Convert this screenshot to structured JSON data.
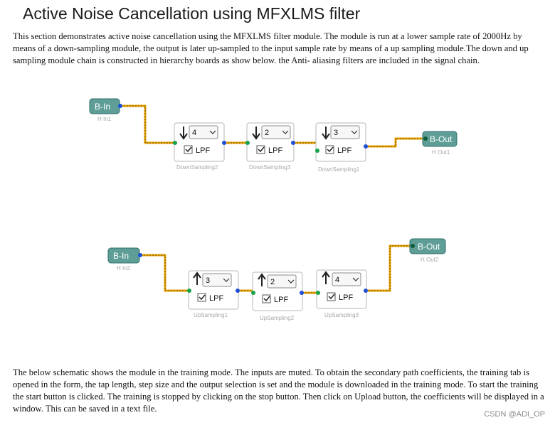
{
  "title": "Active Noise Cancellation using MFXLMS filter",
  "intro": "This section demonstrates active noise cancellation using the MFXLMS filter module. The module is run at a lower sample rate of 2000Hz by means of a down-sampling module, the output is later up-sampled to the input sample rate by means of a up sampling module.The down and up sampling module chain is constructed in hierarchy boards as show below. the Anti- aliasing filters are included in the signal chain.",
  "outro": "The below schematic shows the module in the training mode. The inputs are muted. To obtain the secondary path coefficients, the training tab is opened in the form, the tap length, step size and the output selection is set and the module is downloaded in the training mode. To start the training the start button is clicked. The training is stopped by clicking on the stop button. Then click on Upload button, the coefficients will be displayed in a window. This can be saved in a text file.",
  "watermark": "CSDN @ADI_OP",
  "chain1": {
    "input": {
      "label": "B-In",
      "name": "H In1"
    },
    "output": {
      "label": "B-Out",
      "name": "H Out1"
    },
    "modules": [
      {
        "value": "4",
        "filter": "LPF",
        "name": "DownSampling2"
      },
      {
        "value": "2",
        "filter": "LPF",
        "name": "DownSampling3"
      },
      {
        "value": "3",
        "filter": "LPF",
        "name": "DownSampling1"
      }
    ]
  },
  "chain2": {
    "input": {
      "label": "B-In",
      "name": "H In2"
    },
    "output": {
      "label": "B-Out",
      "name": "H Out2"
    },
    "modules": [
      {
        "value": "3",
        "filter": "LPF",
        "name": "UpSampling1"
      },
      {
        "value": "2",
        "filter": "LPF",
        "name": "UpSampling2"
      },
      {
        "value": "4",
        "filter": "LPF",
        "name": "UpSampling3"
      }
    ]
  },
  "colors": {
    "wire": "#e8a200",
    "node": "#5f9e97",
    "pin_in": "#17a34a",
    "pin_out": "#1d4ed8"
  },
  "icons": {
    "down": "down-arrow-icon",
    "up": "up-arrow-icon",
    "check": "checkbox-checked-icon",
    "dropdown": "chevron-down-icon"
  }
}
